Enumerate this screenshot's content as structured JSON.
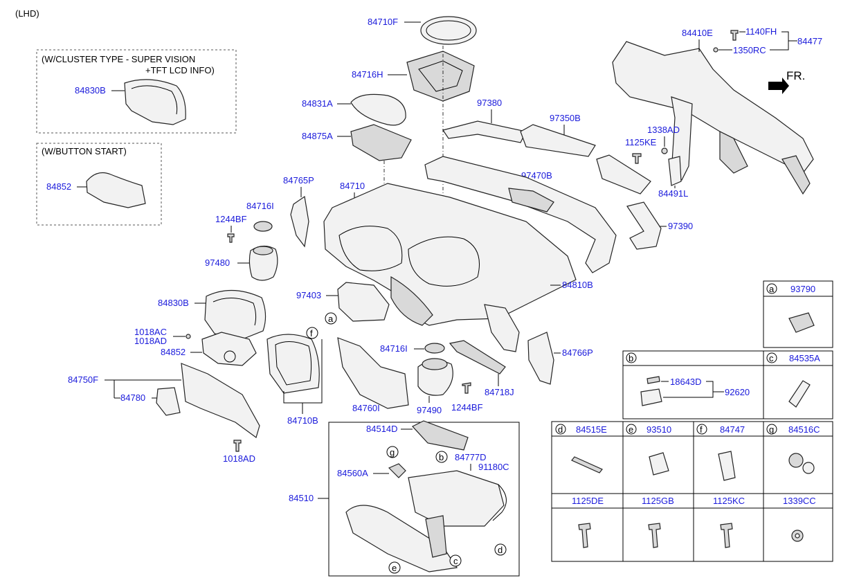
{
  "header": {
    "drive_side": "(LHD)"
  },
  "inset_cluster": {
    "note_line1": "(W/CLUSTER TYPE - SUPER VISION",
    "note_line2": "+TFT LCD INFO)",
    "part": "84830B"
  },
  "inset_button": {
    "note": "(W/BUTTON START)",
    "part": "84852"
  },
  "direction": {
    "label": "FR."
  },
  "labels": {
    "p84710F": "84710F",
    "p84716H": "84716H",
    "p84831A": "84831A",
    "p84875A": "84875A",
    "p84765P": "84765P",
    "p84710": "84710",
    "p84716I_a": "84716I",
    "p1244BF_a": "1244BF",
    "p97480": "97480",
    "p97380": "97380",
    "p97350B": "97350B",
    "p97470B": "97470B",
    "p97390": "97390",
    "p84810B": "84810B",
    "p97403": "97403",
    "p84830B": "84830B",
    "p1018AC": "1018AC",
    "p1018AD_a": "1018AD",
    "p84852": "84852",
    "p84750F": "84750F",
    "p84780": "84780",
    "p1018AD_b": "1018AD",
    "p84710B": "84710B",
    "p84760I": "84760I",
    "p84716I_b": "84716I",
    "p97490": "97490",
    "p1244BF_b": "1244BF",
    "p84718J": "84718J",
    "p84766P": "84766P",
    "p84410E": "84410E",
    "p1140FH": "1140FH",
    "p1350RC": "1350RC",
    "p84477": "84477",
    "p1338AD": "1338AD",
    "p1125KE": "1125KE",
    "p84491L": "84491L",
    "p84514D": "84514D",
    "p84777D": "84777D",
    "p84560A": "84560A",
    "p91180C": "91180C",
    "p84510": "84510"
  },
  "callouts": {
    "a": "a",
    "b": "b",
    "c": "c",
    "d": "d",
    "e": "e",
    "f": "f",
    "g": "g"
  },
  "table": {
    "a": {
      "letter": "a",
      "part": "93790"
    },
    "b": {
      "letter": "b",
      "part1": "18643D",
      "part2": "92620"
    },
    "c": {
      "letter": "c",
      "part": "84535A"
    },
    "d": {
      "letter": "d",
      "part": "84515E"
    },
    "e": {
      "letter": "e",
      "part": "93510"
    },
    "f": {
      "letter": "f",
      "part": "84747"
    },
    "g": {
      "letter": "g",
      "part": "84516C"
    },
    "r1": "1125DE",
    "r2": "1125GB",
    "r3": "1125KC",
    "r4": "1339CC"
  }
}
